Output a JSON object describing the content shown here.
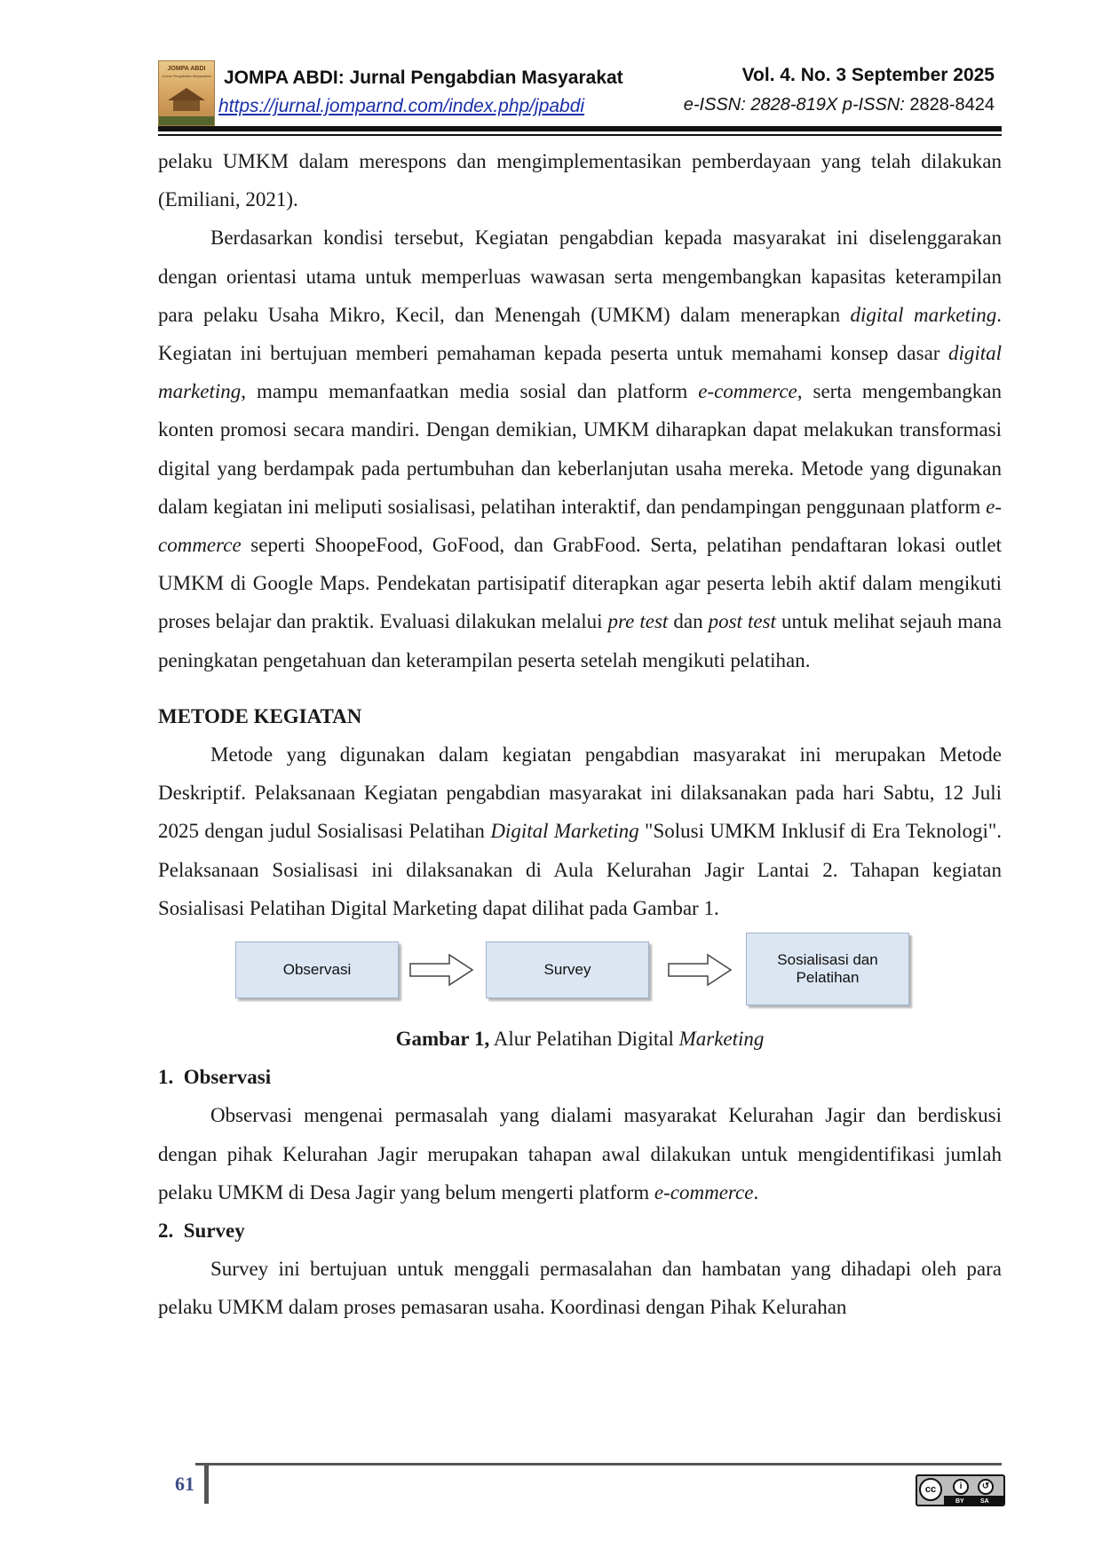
{
  "header": {
    "logo_title": "JOMPA ABDI",
    "logo_subtitle": "Jurnal Pengabdian Masyarakat",
    "journal_name": "JOMPA ABDI: Jurnal Pengabdian Masyarakat",
    "url": "https://jurnal.jomparnd.com/index.php/jpabdi",
    "volume": "Vol. 4. No. 3 September 2025",
    "eissn_label": "e-ISSN: 2828-819X",
    "pissn_label": "p-ISSN:",
    "pissn_value": "2828-8424"
  },
  "body": {
    "p0": "pelaku UMKM dalam merespons dan mengimplementasikan pemberdayaan yang telah dilakukan (Emiliani, 2021).",
    "p1": {
      "t1": "Berdasarkan kondisi tersebut, Kegiatan pengabdian kepada masyarakat ini diselenggarakan dengan orientasi utama untuk memperluas wawasan serta mengembangkan kapasitas keterampilan para pelaku Usaha Mikro, Kecil, dan Menengah (UMKM) dalam menerapkan ",
      "i1": "digital marketing",
      "t2": ". Kegiatan ini bertujuan memberi pemahaman kepada peserta untuk memahami konsep dasar ",
      "i2": "digital marketing",
      "t3": ", mampu memanfaatkan media sosial dan platform ",
      "i3": "e-commerce",
      "t4": ", serta mengembangkan konten promosi secara mandiri. Dengan demikian, UMKM diharapkan dapat melakukan transformasi digital yang berdampak pada pertumbuhan dan keberlanjutan usaha mereka. Metode yang digunakan dalam kegiatan ini meliputi sosialisasi, pelatihan interaktif, dan pendampingan penggunaan platform ",
      "i4": "e-commerce",
      "t5": " seperti ShoopeFood, GoFood, dan GrabFood. Serta, pelatihan pendaftaran lokasi outlet UMKM di Google Maps. Pendekatan partisipatif diterapkan agar peserta lebih aktif dalam mengikuti proses belajar dan praktik. Evaluasi dilakukan melalui ",
      "i5": "pre test",
      "t6": " dan ",
      "i6": "post test",
      "t7": " untuk melihat sejauh mana peningkatan pengetahuan dan keterampilan peserta setelah mengikuti pelatihan."
    },
    "section_title": "METODE KEGIATAN",
    "p2": {
      "t1": "Metode yang digunakan dalam kegiatan pengabdian masyarakat ini merupakan Metode Deskriptif. Pelaksanaan Kegiatan pengabdian masyarakat ini dilaksanakan pada hari Sabtu, 12 Juli 2025 dengan judul Sosialisasi Pelatihan ",
      "i1": "Digital Marketing",
      "t2": " \"Solusi UMKM Inklusif di Era Teknologi\". Pelaksanaan Sosialisasi ini dilaksanakan di Aula Kelurahan Jagir Lantai 2. Tahapan kegiatan Sosialisasi Pelatihan Digital Marketing dapat dilihat pada Gambar 1."
    },
    "figure": {
      "boxes": [
        "Observasi",
        "Survey",
        "Sosialisasi dan Pelatihan"
      ],
      "caption_bold": "Gambar 1,",
      "caption_text": " Alur Pelatihan Digital ",
      "caption_italic": "Marketing"
    },
    "item1": {
      "number": "1.",
      "title": "Observasi",
      "t1": "Observasi mengenai permasalah yang dialami masyarakat Kelurahan Jagir dan berdiskusi dengan pihak Kelurahan Jagir merupakan tahapan awal dilakukan untuk mengidentifikasi jumlah pelaku UMKM di Desa Jagir yang belum mengerti platform ",
      "i1": "e-commerce",
      "t2": "."
    },
    "item2": {
      "number": "2.",
      "title": "Survey",
      "t1": "Survey ini bertujuan untuk menggali permasalahan dan hambatan yang dihadapi oleh para pelaku UMKM dalam proses pemasaran usaha. Koordinasi dengan Pihak Kelurahan"
    }
  },
  "footer": {
    "page_number": "61",
    "license_by": "BY",
    "license_sa": "SA",
    "license_cc": "cc"
  }
}
